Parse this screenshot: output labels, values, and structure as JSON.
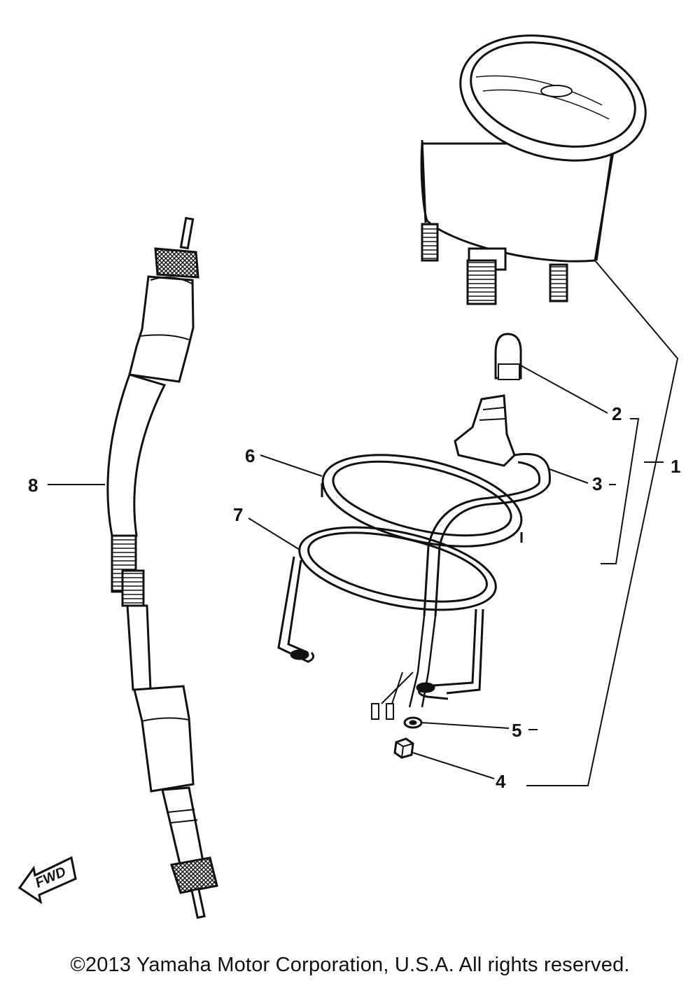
{
  "callouts": [
    {
      "id": "1",
      "label": "1"
    },
    {
      "id": "2",
      "label": "2"
    },
    {
      "id": "3",
      "label": "3"
    },
    {
      "id": "4",
      "label": "4"
    },
    {
      "id": "5",
      "label": "5"
    },
    {
      "id": "6",
      "label": "6"
    },
    {
      "id": "7",
      "label": "7"
    },
    {
      "id": "8",
      "label": "8"
    }
  ],
  "fwd_label": "FWD",
  "copyright": "©2013 Yamaha Motor Corporation, U.S.A. All rights reserved."
}
